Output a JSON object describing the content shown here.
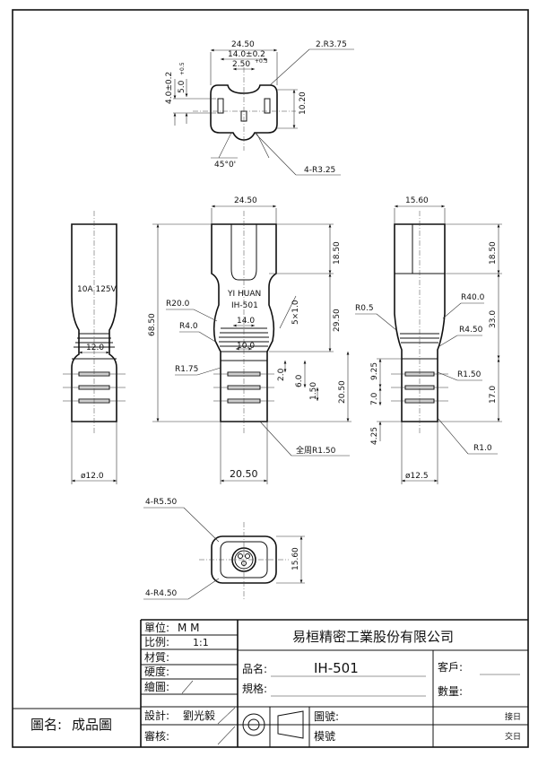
{
  "top_view": {
    "dims": [
      "24.50",
      "14.0±0.2",
      "2.50",
      "+0.3",
      "2.R3.75",
      "4.0±0.2",
      "5.0",
      "+0.5",
      "10.20",
      "45°0'",
      "4-R3.25"
    ]
  },
  "front_view": {
    "label_line1": "YI HUAN",
    "label_line2": "IH-501",
    "dims": [
      "24.50",
      "18.50",
      "29.50",
      "68.50",
      "R20.0",
      "R4.0",
      "14.0",
      "10.0",
      "5×1.0",
      "R1.75",
      "2.0",
      "6.0",
      "1.50",
      "20.50",
      "20.50",
      "全周R1.50"
    ]
  },
  "left_view": {
    "label": "10A  125V",
    "dims": [
      "12.0",
      "ø12.0"
    ]
  },
  "right_view": {
    "dims": [
      "15.60",
      "18.50",
      "R0.5",
      "R40.0",
      "33.0",
      "R4.50",
      "9.25",
      "R1.50",
      "7.0",
      "17.0",
      "4.25",
      "R1.0",
      "ø12.5"
    ]
  },
  "bottom_view": {
    "dims": [
      "4-R5.50",
      "15.60",
      "4-R4.50"
    ]
  },
  "title_block": {
    "company": "易桓精密工業股份有限公司",
    "unit_label": "單位:",
    "unit_value": "M    M",
    "scale_label": "比例:",
    "scale_value": "1:1",
    "material_label": "材質:",
    "hardness_label": "硬度:",
    "drawn_label": "繪圖:",
    "design_label": "設計:",
    "design_value": "劉光毅",
    "review_label": "審核:",
    "product_label": "品名:",
    "product_value": "IH-501",
    "spec_label": "規格:",
    "customer_label": "客戶:",
    "quantity_label": "數量:",
    "drawing_no_label": "圖號:",
    "mold_no_label": "模號",
    "receive_date_label": "接日",
    "delivery_date_label": "交日",
    "drawing_name_label": "圖名:",
    "drawing_name_value": "成品圖"
  }
}
